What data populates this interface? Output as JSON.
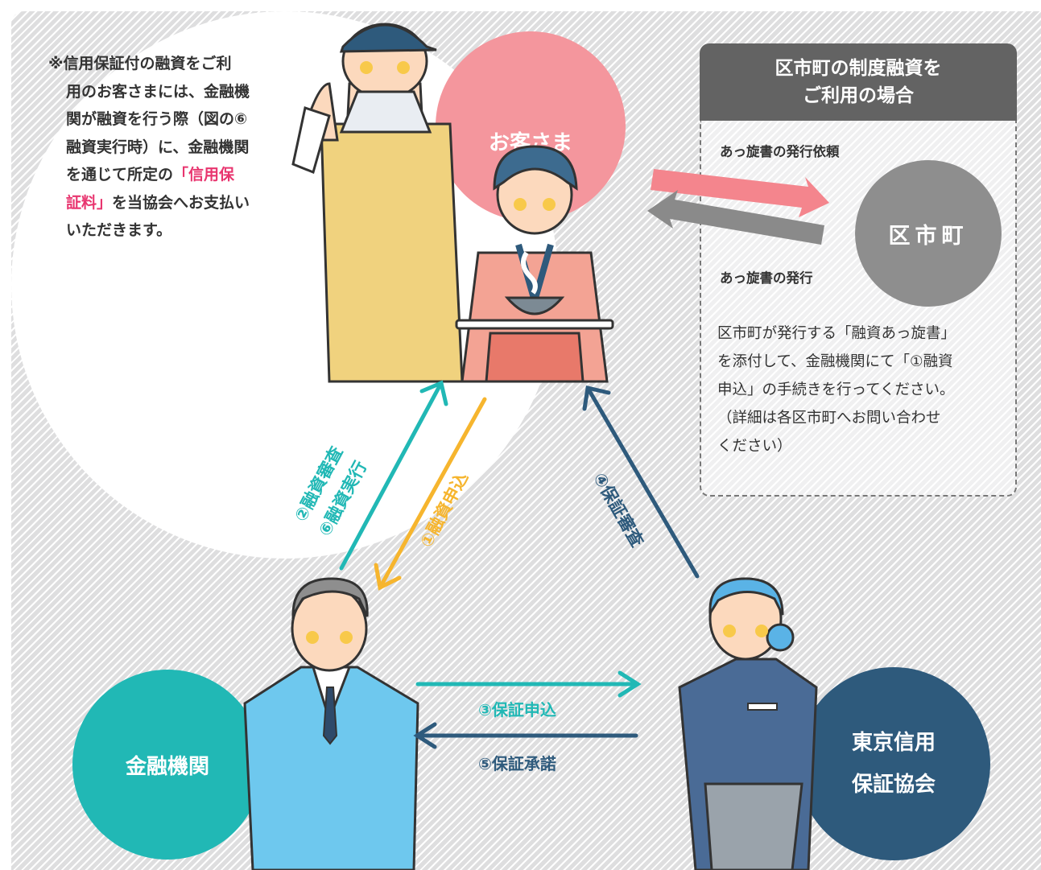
{
  "note": {
    "lines": [
      "※信用保証付の融資をご利",
      "用のお客さまには、金融機",
      "関が融資を行う際（図の⑥",
      "融資実行時）に、金融機関",
      "を通じて所定の",
      "証料」",
      "を当協会へお支払い",
      "いただきます。"
    ],
    "highlight_a": "「信用保",
    "highlight_b": "証料」"
  },
  "nodes": {
    "customer": "お客さま",
    "bank": "金融機関",
    "guarantee_line1": "東京信用",
    "guarantee_line2": "保証協会",
    "city": "区市町"
  },
  "box": {
    "title_line1": "区市町の制度融資を",
    "title_line2": "ご利用の場合",
    "request_label": "あっ旋書の発行依頼",
    "issue_label": "あっ旋書の発行",
    "text_lines": [
      "区市町が発行する「融資あっ旋書」",
      "を添付して、金融機関にて「①融資",
      "申込」の手続きを行ってください。",
      "（詳細は各区市町へお問い合わせ",
      "ください）"
    ]
  },
  "flows": {
    "f1": "①融資申込",
    "f2": "②融資審査",
    "f6": "⑥融資実行",
    "f3": "③保証申込",
    "f4": "④保証審査",
    "f5": "⑤保証承諾"
  },
  "colors": {
    "customer_circle": "#f4969d",
    "bank_circle": "#21b8b5",
    "guarantee_circle": "#2e5a7c",
    "city_circle": "#8e8e8e",
    "teal_arrow": "#21b8b5",
    "yellow_arrow": "#f6b52e",
    "navy_arrow": "#2e5a7c",
    "pink_arrow": "#f4858d",
    "gray_arrow": "#8a8a8a",
    "note_highlight": "#e8356f"
  }
}
